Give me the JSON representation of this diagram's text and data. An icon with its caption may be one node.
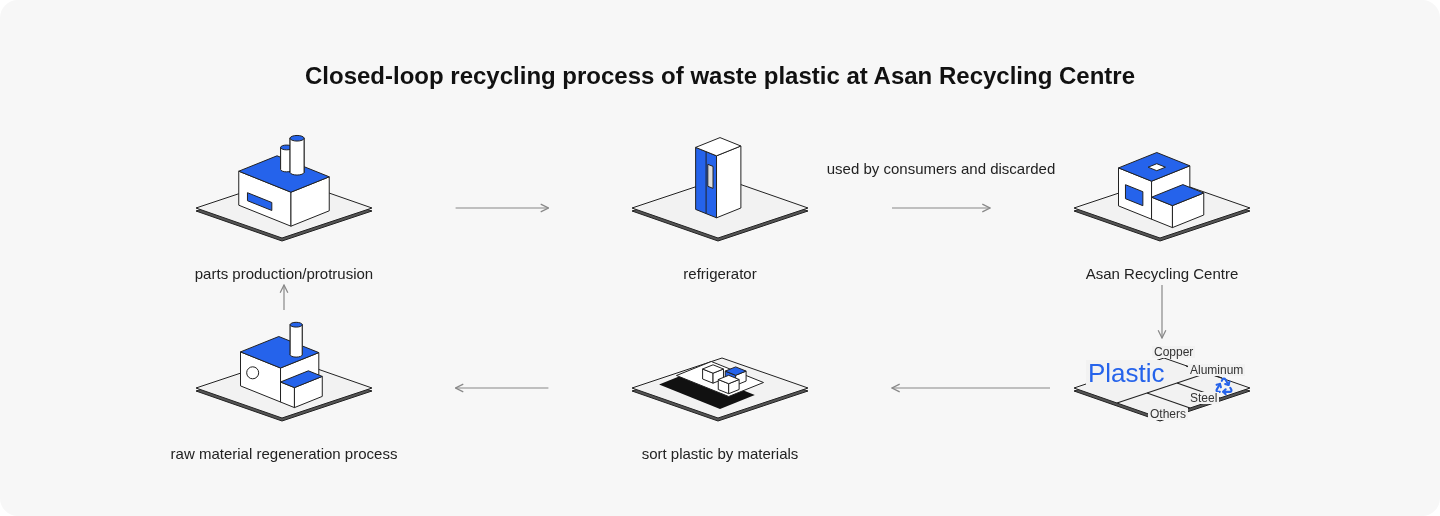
{
  "diagram": {
    "title": "Closed-loop recycling process of waste plastic at Asan Recycling Centre",
    "nodes": [
      {
        "text": [
          "parts production/protrusion"
        ]
      },
      {
        "text": [
          "refrigerator"
        ]
      },
      {
        "text": [
          "Asan Recycling Centre"
        ]
      },
      {
        "text": [
          "Copper",
          "Aluminum",
          "Plastic",
          "Steel",
          "Others"
        ]
      },
      {
        "text": [
          "sort plastic by materials"
        ]
      },
      {
        "text": [
          "raw material regeneration process"
        ]
      }
    ],
    "edges": [
      {
        "from": 0,
        "to": 1,
        "arrow": "to"
      },
      {
        "from": 1,
        "to": 2,
        "arrow": "to",
        "label": "used by consumers and discarded"
      },
      {
        "from": 2,
        "to": 3,
        "arrow": "to"
      },
      {
        "from": 3,
        "to": 4,
        "arrow": "to"
      },
      {
        "from": 4,
        "to": 5,
        "arrow": "to"
      },
      {
        "from": 5,
        "to": 0,
        "arrow": "to"
      }
    ]
  }
}
